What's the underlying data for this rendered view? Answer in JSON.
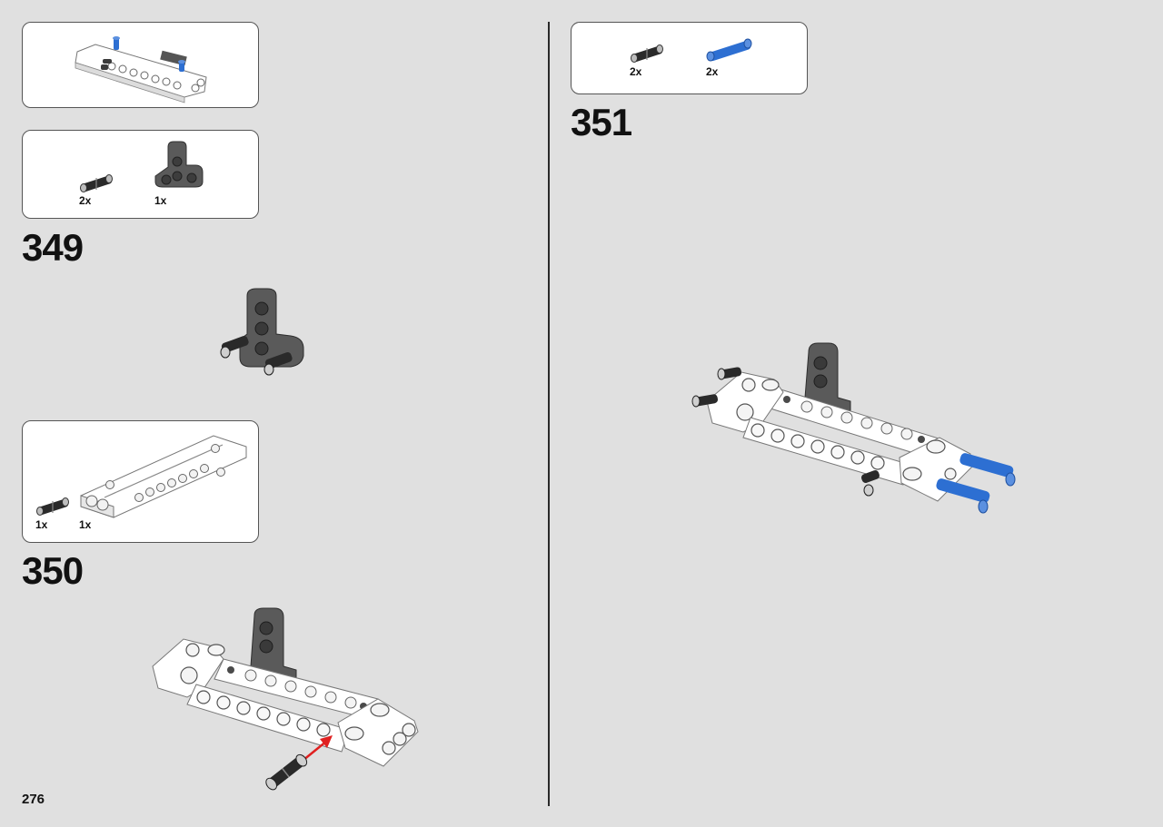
{
  "page": {
    "number": "276"
  },
  "steps": [
    {
      "number": "349",
      "parts": [
        {
          "qty": "2x",
          "part": "black-axle-pin-icon"
        },
        {
          "qty": "1x",
          "part": "dark-grey-t-beam-icon"
        }
      ]
    },
    {
      "number": "350",
      "parts": [
        {
          "qty": "1x",
          "part": "black-axle-pin-icon"
        },
        {
          "qty": "1x",
          "part": "white-panel-beam-icon"
        }
      ]
    },
    {
      "number": "351",
      "parts": [
        {
          "qty": "2x",
          "part": "black-axle-pin-icon"
        },
        {
          "qty": "2x",
          "part": "blue-axle-pin-icon"
        }
      ]
    }
  ],
  "previous_step_result": {
    "part": "white-beam-assembly-icon"
  },
  "colors": {
    "background": "#e0e0e0",
    "callout_bg": "#ffffff",
    "white_brick": "#ffffff",
    "dark_grey_brick": "#5a5a5a",
    "black_brick": "#2a2a2a",
    "blue_brick": "#2d6fd2",
    "arrow": "#e02020"
  }
}
